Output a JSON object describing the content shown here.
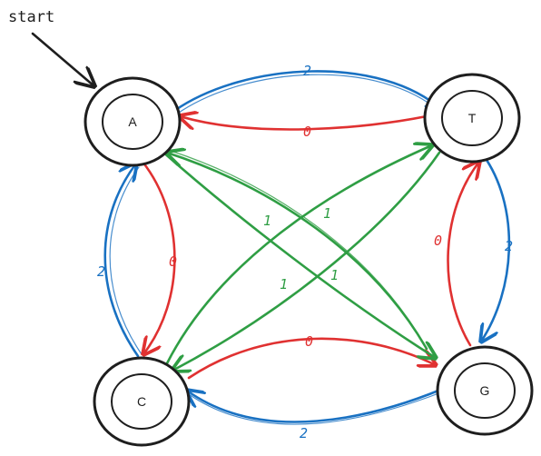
{
  "start_label": "start",
  "colors": {
    "blue": "#1971c2",
    "red": "#e03131",
    "green": "#2f9e44",
    "ink": "#1e1e1e"
  },
  "states": [
    {
      "id": "A",
      "label": "A",
      "start": true
    },
    {
      "id": "T",
      "label": "T"
    },
    {
      "id": "C",
      "label": "C"
    },
    {
      "id": "G",
      "label": "G"
    }
  ],
  "transitions": [
    {
      "id": "A-T",
      "from": "A",
      "to": "T",
      "label": "2",
      "color": "blue"
    },
    {
      "id": "T-A",
      "from": "T",
      "to": "A",
      "label": "0",
      "color": "red"
    },
    {
      "id": "T-G",
      "from": "T",
      "to": "G",
      "label": "2",
      "color": "blue"
    },
    {
      "id": "G-T",
      "from": "G",
      "to": "T",
      "label": "0",
      "color": "red"
    },
    {
      "id": "C-A",
      "from": "C",
      "to": "A",
      "label": "2",
      "color": "blue"
    },
    {
      "id": "A-C",
      "from": "A",
      "to": "C",
      "label": "0",
      "color": "red"
    },
    {
      "id": "C-G",
      "from": "C",
      "to": "G",
      "label": "0",
      "color": "red"
    },
    {
      "id": "G-C",
      "from": "G",
      "to": "C",
      "label": "2",
      "color": "blue"
    },
    {
      "id": "A-G",
      "from": "A",
      "to": "G",
      "label": "1",
      "color": "green"
    },
    {
      "id": "G-A",
      "from": "G",
      "to": "A",
      "label": "1",
      "color": "green"
    },
    {
      "id": "C-T",
      "from": "C",
      "to": "T",
      "label": "1",
      "color": "green"
    },
    {
      "id": "T-C",
      "from": "T",
      "to": "C",
      "label": "1",
      "color": "green"
    }
  ]
}
